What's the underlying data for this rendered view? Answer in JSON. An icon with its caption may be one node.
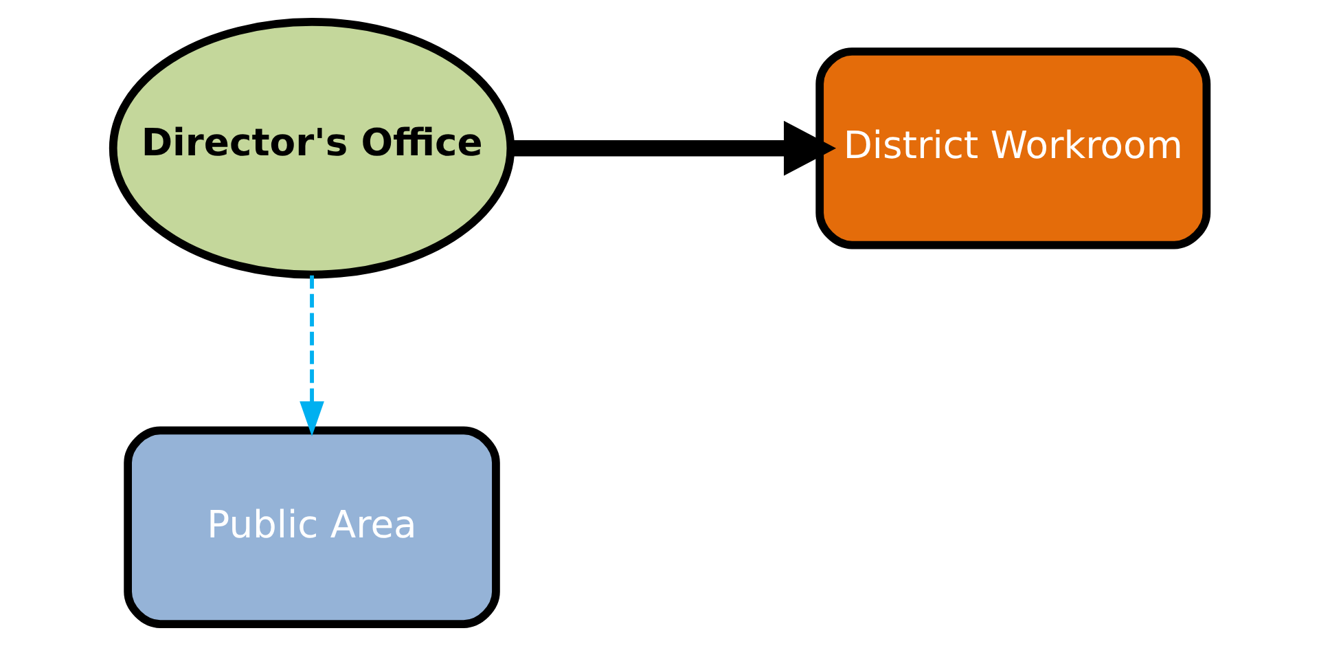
{
  "diagram": {
    "nodes": [
      {
        "text": [
          "Director's Office"
        ]
      },
      {
        "text": [
          "District Workroom"
        ]
      },
      {
        "text": [
          "Public Area"
        ]
      }
    ],
    "edges": [
      {
        "from": 0,
        "to": 1,
        "arrow": "to",
        "style": "thick"
      },
      {
        "from": 0,
        "to": 2,
        "arrow": "to",
        "style": "dashed",
        "color": "#00b0f0"
      }
    ]
  }
}
